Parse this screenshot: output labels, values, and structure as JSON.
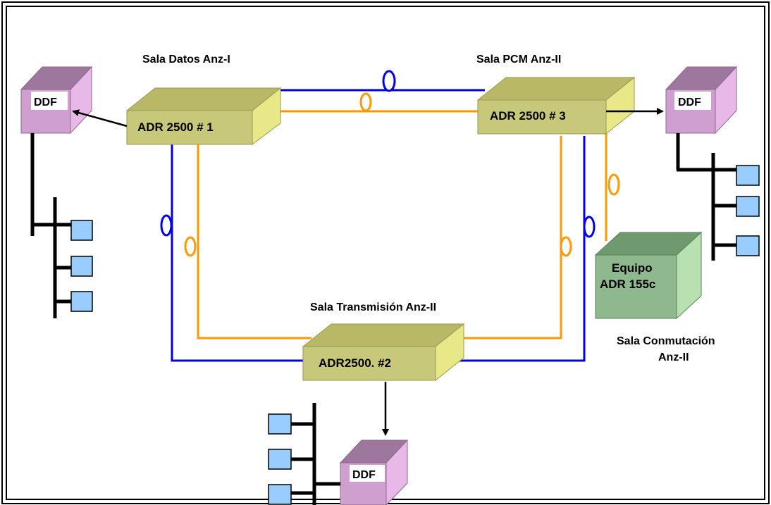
{
  "rooms": {
    "datos": "Sala Datos Anz-I",
    "pcm": "Sala PCM Anz-II",
    "transmision": "Sala Transmisión Anz-II",
    "conmutacion_line1": "Sala Conmutación",
    "conmutacion_line2": "Anz-II"
  },
  "devices": {
    "adr1": "ADR 2500  # 1",
    "adr3": "ADR 2500  # 3",
    "adr2": "ADR2500.  #2",
    "equipo_line1": "Equipo",
    "equipo_line2": "ADR 155c"
  },
  "ddf": {
    "left": "DDF",
    "right": "DDF",
    "bottom": "DDF"
  },
  "colors": {
    "blue_fiber": "#0000e6",
    "orange_fiber": "#ff9900",
    "adr_box": "#c8c87a",
    "ddf_box": "#d8a8d8",
    "equipo_box": "#8fb88f",
    "terminal": "#99ccff"
  },
  "icons": [
    "ddf-rack-icon",
    "adr-node-icon",
    "terminal-icon",
    "fiber-loop-icon"
  ]
}
